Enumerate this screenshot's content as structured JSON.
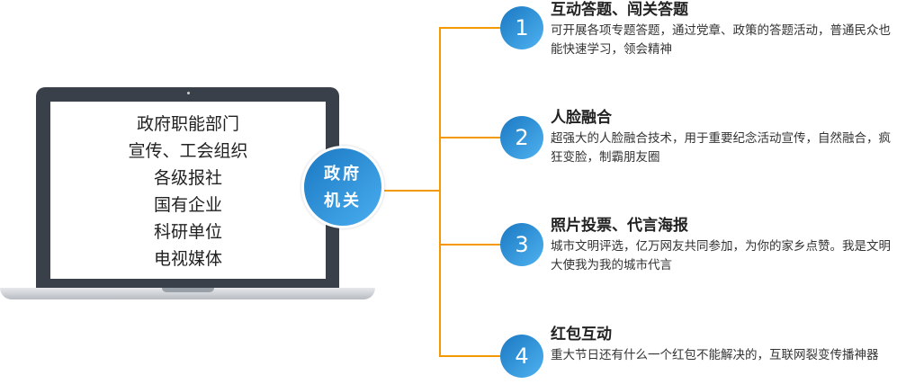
{
  "organizations": [
    "政府职能部门",
    "宣传、工会组织",
    "各级报社",
    "国有企业",
    "科研单位",
    "电视媒体"
  ],
  "center": {
    "line1": "政府",
    "line2": "机关"
  },
  "accent_color": "#f39800",
  "circle_color": "#2a8ad8",
  "items": [
    {
      "number": "1",
      "title": "互动答题、闯关答题",
      "desc": "可开展各项专题答题，通过党章、政策的答题活动，普通民众也能快速学习，领会精神"
    },
    {
      "number": "2",
      "title": "人脸融合",
      "desc": "超强大的人脸融合技术，用于重要纪念活动宣传，自然融合，疯狂变脸，制霸朋友圈"
    },
    {
      "number": "3",
      "title": "照片投票、代言海报",
      "desc": "城市文明评选，亿万网友共同参加，为你的家乡点赞。我是文明大使我为我的城市代言"
    },
    {
      "number": "4",
      "title": "红包互动",
      "desc": "重大节日还有什么一个红包不能解决的，互联网裂变传播神器"
    }
  ]
}
